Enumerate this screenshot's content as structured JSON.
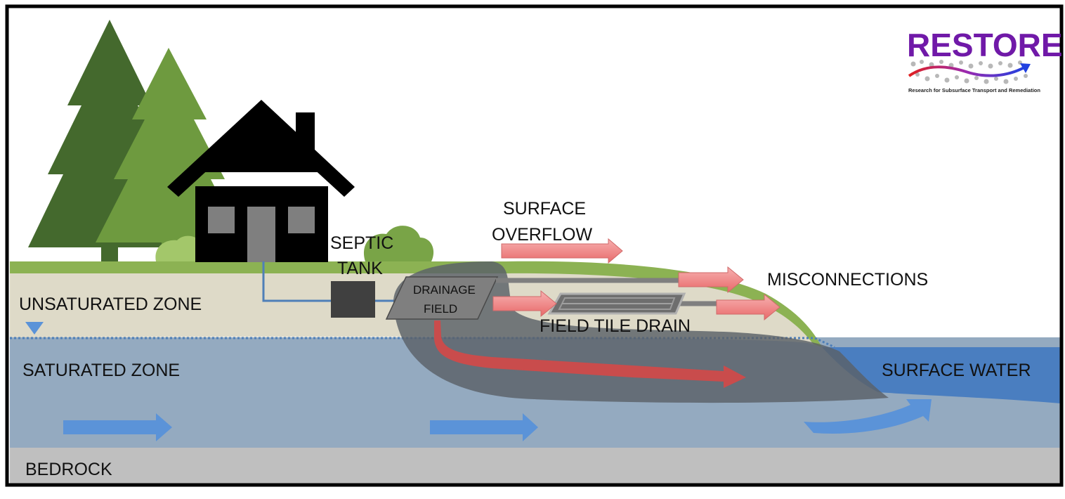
{
  "labels": {
    "septic_tank_line1": "SEPTIC",
    "septic_tank_line2": "TANK",
    "surface_overflow_line1": "SURFACE",
    "surface_overflow_line2": "OVERFLOW",
    "misconnections": "MISCONNECTIONS",
    "drainage_field_line1": "DRAINAGE",
    "drainage_field_line2": "FIELD",
    "field_tile_drain": "FIELD TILE DRAIN",
    "unsaturated_zone": "UNSATURATED ZONE",
    "saturated_zone": "SATURATED ZONE",
    "surface_water": "SURFACE WATER",
    "bedrock": "BEDROCK"
  },
  "logo": {
    "title": "RESTORE",
    "subtitle": "Research for Subsurface Transport and Remediation"
  },
  "colors": {
    "frame": "#000000",
    "grass": "#8cb253",
    "unsaturated": "#dedac8",
    "saturated": "#94aac0",
    "surface_water": "#4a7ec0",
    "bedrock": "#bfbfbf",
    "plume": "#5a6068",
    "flow_arrow": "#5b93d8",
    "contaminant_arrow": "#f08080",
    "logo_purple": "#7019a8"
  }
}
